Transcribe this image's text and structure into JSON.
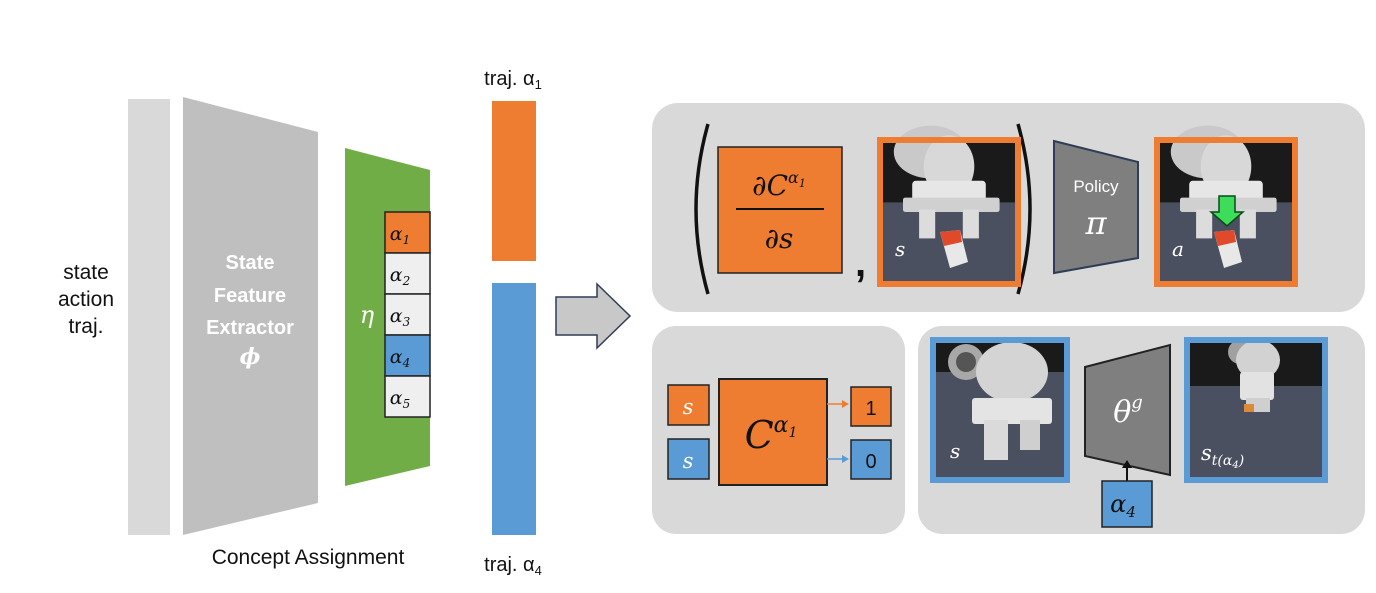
{
  "left": {
    "input_label": [
      "state",
      "action",
      "traj."
    ],
    "extractor_label": [
      "State",
      "Feature",
      "Extractor"
    ],
    "extractor_symbol": "ϕ",
    "eta_symbol": "η",
    "concepts": [
      "α",
      "α",
      "α",
      "α",
      "α"
    ],
    "concept_subs": [
      "1",
      "2",
      "3",
      "4",
      "5"
    ],
    "caption": "Concept Assignment"
  },
  "trajectories": {
    "top_label": "traj. α",
    "top_sub": "1",
    "bottom_label": "traj. α",
    "bottom_sub": "4"
  },
  "top_panel": {
    "grad_num": "∂C",
    "grad_sup": "α",
    "grad_sup_sub": "1",
    "grad_den": "∂s",
    "comma": ",",
    "state_label": "s",
    "policy_label": "Policy",
    "policy_symbol": "π",
    "action_label": "a"
  },
  "bottom_left_panel": {
    "input_top": "s",
    "input_bottom": "s",
    "classifier_base": "C",
    "classifier_sup": "α",
    "classifier_sup_sub": "1",
    "out_top": "1",
    "out_bottom": "0"
  },
  "bottom_right_panel": {
    "state_label": "s",
    "generator_base": "θ",
    "generator_sup": "g",
    "concept_label": "α",
    "concept_sub": "4",
    "goal_label": "s",
    "goal_sub": "t(α",
    "goal_sub_sub": "4",
    "goal_sub_close": ")"
  },
  "colors": {
    "orange": "#ef7d31",
    "blue": "#5b9bd5",
    "green": "#70ad47",
    "panel": "#d9d9d9",
    "funnel": "#bfbfbf",
    "input_bar": "#d9d9d9",
    "dark_funnel": "#7f7f7f",
    "navy_border": "#2f3d57",
    "scene_floor": "#4a5060",
    "scene_bg": "#1a1a1a"
  }
}
